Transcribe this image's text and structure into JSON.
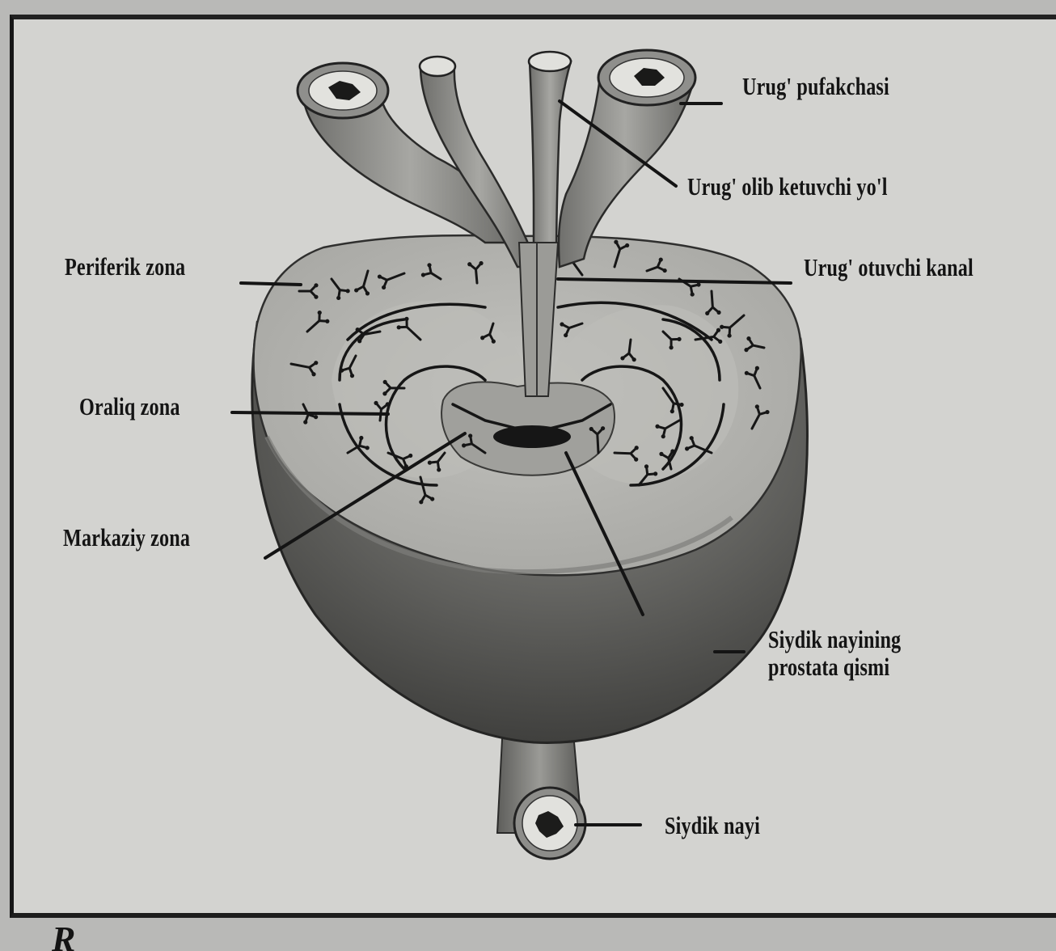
{
  "labels": {
    "seminal_vesicle": "Urug' pufakchasi",
    "vas_deferens": "Urug' olib ketuvchi yo'l",
    "ejaculatory_duct": "Urug' otuvchi kanal",
    "peripheral_zone": "Periferik zona",
    "transition_zone": "Oraliq zona",
    "central_zone": "Markaziy zona",
    "prostatic_urethra_line1": "Siydik nayining",
    "prostatic_urethra_line2": "prostata qismi",
    "urethra": "Siydik nayi"
  },
  "caption_fragment": "R",
  "colors": {
    "background": "#d3d3d0",
    "capsule": "#5c5c5a",
    "cut_surface": "#b5b5b1",
    "inner_zone": "#a3a39f",
    "tubes": "#8a8a87",
    "lines": "#141414"
  }
}
